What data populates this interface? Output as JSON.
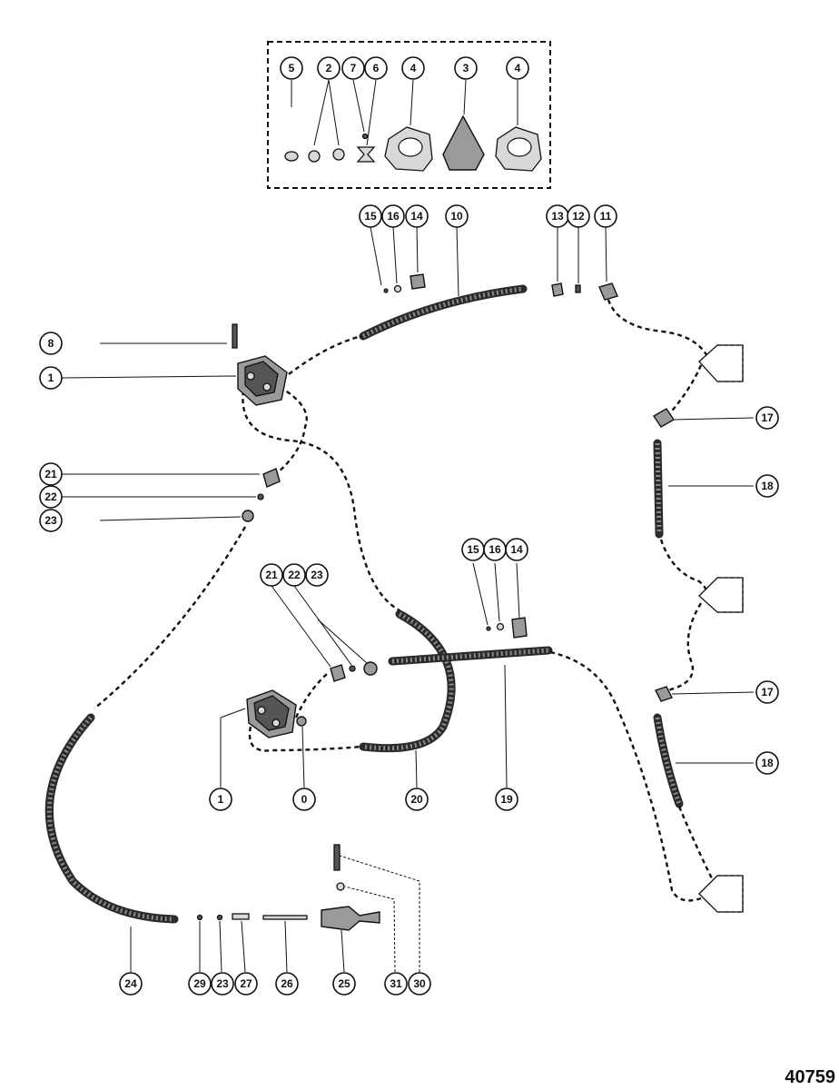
{
  "figure_number": "40759",
  "callouts": [
    {
      "id": "c5",
      "label": "5"
    },
    {
      "id": "c2-kit",
      "label": "2"
    },
    {
      "id": "c7",
      "label": "7"
    },
    {
      "id": "c6",
      "label": "6"
    },
    {
      "id": "c4-left",
      "label": "4"
    },
    {
      "id": "c3",
      "label": "3"
    },
    {
      "id": "c4-right",
      "label": "4"
    },
    {
      "id": "c15-top",
      "label": "15"
    },
    {
      "id": "c16-top",
      "label": "16"
    },
    {
      "id": "c14-top",
      "label": "14"
    },
    {
      "id": "c10",
      "label": "10"
    },
    {
      "id": "c13",
      "label": "13"
    },
    {
      "id": "c12",
      "label": "12"
    },
    {
      "id": "c11",
      "label": "11"
    },
    {
      "id": "c8",
      "label": "8"
    },
    {
      "id": "c1-top",
      "label": "1"
    },
    {
      "id": "c17-top",
      "label": "17"
    },
    {
      "id": "c18-top",
      "label": "18"
    },
    {
      "id": "c21-left",
      "label": "21"
    },
    {
      "id": "c22-left",
      "label": "22"
    },
    {
      "id": "c23-left",
      "label": "23"
    },
    {
      "id": "c15-mid",
      "label": "15"
    },
    {
      "id": "c16-mid",
      "label": "16"
    },
    {
      "id": "c14-mid",
      "label": "14"
    },
    {
      "id": "c21-mid",
      "label": "21"
    },
    {
      "id": "c22-mid",
      "label": "22"
    },
    {
      "id": "c23-mid",
      "label": "23"
    },
    {
      "id": "c17-low",
      "label": "17"
    },
    {
      "id": "c18-low",
      "label": "18"
    },
    {
      "id": "c1-low",
      "label": "1"
    },
    {
      "id": "c9",
      "label": "0"
    },
    {
      "id": "c20",
      "label": "20"
    },
    {
      "id": "c19",
      "label": "19"
    },
    {
      "id": "c24",
      "label": "24"
    },
    {
      "id": "c29",
      "label": "29"
    },
    {
      "id": "c28",
      "label": "23"
    },
    {
      "id": "c27",
      "label": "27"
    },
    {
      "id": "c26",
      "label": "26"
    },
    {
      "id": "c25",
      "label": "25"
    },
    {
      "id": "c31",
      "label": "31"
    },
    {
      "id": "c30",
      "label": "30"
    }
  ]
}
